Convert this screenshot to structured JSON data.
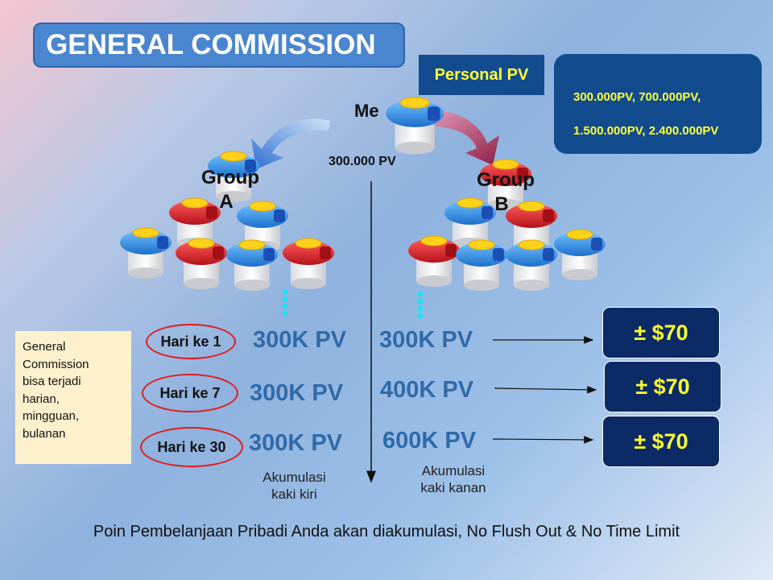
{
  "title": "GENERAL COMMISSION",
  "personal_pv": {
    "label": "Personal PV",
    "values_line1": "300.000PV, 700.000PV,",
    "values_line2": "1.500.000PV, 2.400.000PV"
  },
  "me": {
    "label": "Me",
    "pv": "300.000 PV"
  },
  "groups": {
    "a": {
      "line1": "Group",
      "line2": "A"
    },
    "b": {
      "line1": "Group",
      "line2": "B"
    }
  },
  "rows": [
    {
      "day": "Hari ke 1",
      "left_pv": "300K PV",
      "right_pv": "300K PV",
      "payout": "± $70"
    },
    {
      "day": "Hari ke 7",
      "left_pv": "300K PV",
      "right_pv": "400K PV",
      "payout": "± $70"
    },
    {
      "day": "Hari ke 30",
      "left_pv": "300K PV",
      "right_pv": "600K PV",
      "payout": "± $70"
    }
  ],
  "note": [
    "General",
    "Commission",
    "bisa terjadi",
    "harian,",
    "mingguan,",
    "bulanan"
  ],
  "accumulation": {
    "left": {
      "line1": "Akumulasi",
      "line2": "kaki kiri"
    },
    "right": {
      "line1": "Akumulasi",
      "line2": "kaki kanan"
    }
  },
  "footer": "Poin Pembelanjaan Pribadi Anda akan diakumulasi, No Flush Out & No Time Limit",
  "colors": {
    "title_bg": "#4a86cf",
    "panel_bg": "#124c8e",
    "panel_text": "#ffff38",
    "pv_text": "#2f6aa8",
    "payout_bg": "#0c2a66",
    "payout_text": "#ffff30",
    "day_ring": "#e01c1c",
    "note_bg": "#fdf1cd",
    "node_blue": "#2a8fe0",
    "node_red": "#d81e24",
    "cap_yellow": "#ffd21a"
  }
}
